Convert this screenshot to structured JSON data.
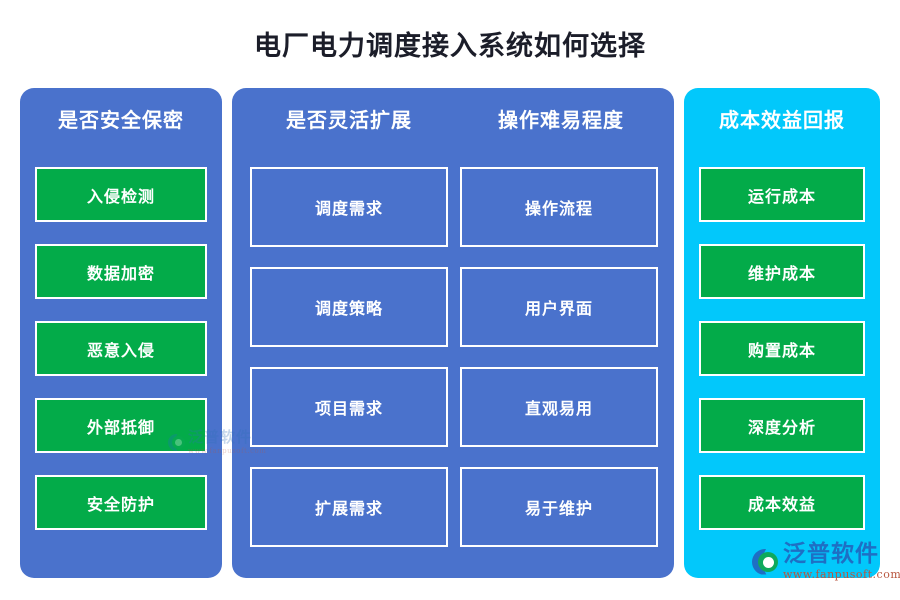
{
  "title": "电厂电力调度接入系统如何选择",
  "colors": {
    "panel_blue": "#4a72cc",
    "panel_cyan": "#02c8fb",
    "card_green": "#03ab49",
    "card_border": "#ffffff",
    "title_text": "#1b1d29",
    "watermark_blue": "#1e6fc4",
    "watermark_url": "#b8563f"
  },
  "panels": [
    {
      "id": "security",
      "heading": "是否安全保密",
      "style": "blue",
      "cards": [
        {
          "label": "入侵检测"
        },
        {
          "label": "数据加密"
        },
        {
          "label": "恶意入侵"
        },
        {
          "label": "外部抵御"
        },
        {
          "label": "安全防护"
        }
      ]
    },
    {
      "id": "middle",
      "style": "blue",
      "columns": [
        {
          "id": "scalability",
          "heading": "是否灵活扩展",
          "cards": [
            {
              "label": "调度需求"
            },
            {
              "label": "调度策略"
            },
            {
              "label": "项目需求"
            },
            {
              "label": "扩展需求"
            }
          ]
        },
        {
          "id": "usability",
          "heading": "操作难易程度",
          "cards": [
            {
              "label": "操作流程"
            },
            {
              "label": "用户界面"
            },
            {
              "label": "直观易用"
            },
            {
              "label": "易于维护"
            }
          ]
        }
      ]
    },
    {
      "id": "cost",
      "heading": "成本效益回报",
      "style": "cyan",
      "cards": [
        {
          "label": "运行成本"
        },
        {
          "label": "维护成本"
        },
        {
          "label": "购置成本"
        },
        {
          "label": "深度分析"
        },
        {
          "label": "成本效益"
        }
      ]
    }
  ],
  "watermark": {
    "brand": "泛普软件",
    "url": "www.fanpusoft.com"
  }
}
